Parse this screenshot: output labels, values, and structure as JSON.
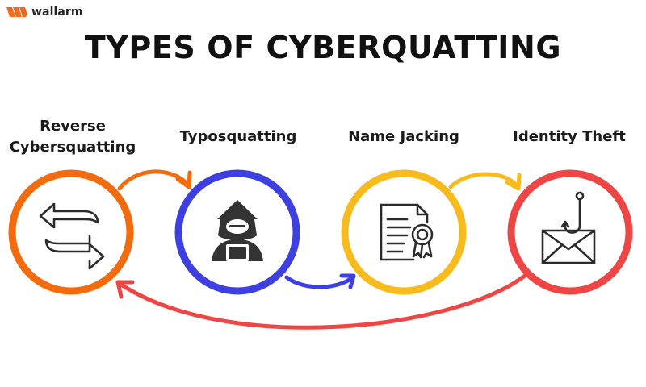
{
  "brand": {
    "name": "wallarm",
    "accent": "#f26b1d"
  },
  "title": "TYPES OF CYBERQUATTING",
  "types": [
    {
      "label": "Reverse Cybersquatting",
      "icon": "swap-arrows-icon",
      "color": "#f26b0f"
    },
    {
      "label": "Typosquatting",
      "icon": "hooded-hacker-icon",
      "color": "#3d3fe0"
    },
    {
      "label": "Name Jacking",
      "icon": "certificate-document-icon",
      "color": "#f8bb1d"
    },
    {
      "label": "Identity Theft",
      "icon": "phishing-hook-envelope-icon",
      "color": "#ee4545"
    }
  ],
  "connectors": [
    {
      "from": "Reverse Cybersquatting",
      "to": "Typosquatting",
      "color": "#f26b0f"
    },
    {
      "from": "Typosquatting",
      "to": "Name Jacking",
      "color": "#3d3fe0"
    },
    {
      "from": "Name Jacking",
      "to": "Identity Theft",
      "color": "#f8bb1d"
    },
    {
      "from": "Identity Theft",
      "to": "Reverse Cybersquatting",
      "color": "#ee4545"
    }
  ]
}
